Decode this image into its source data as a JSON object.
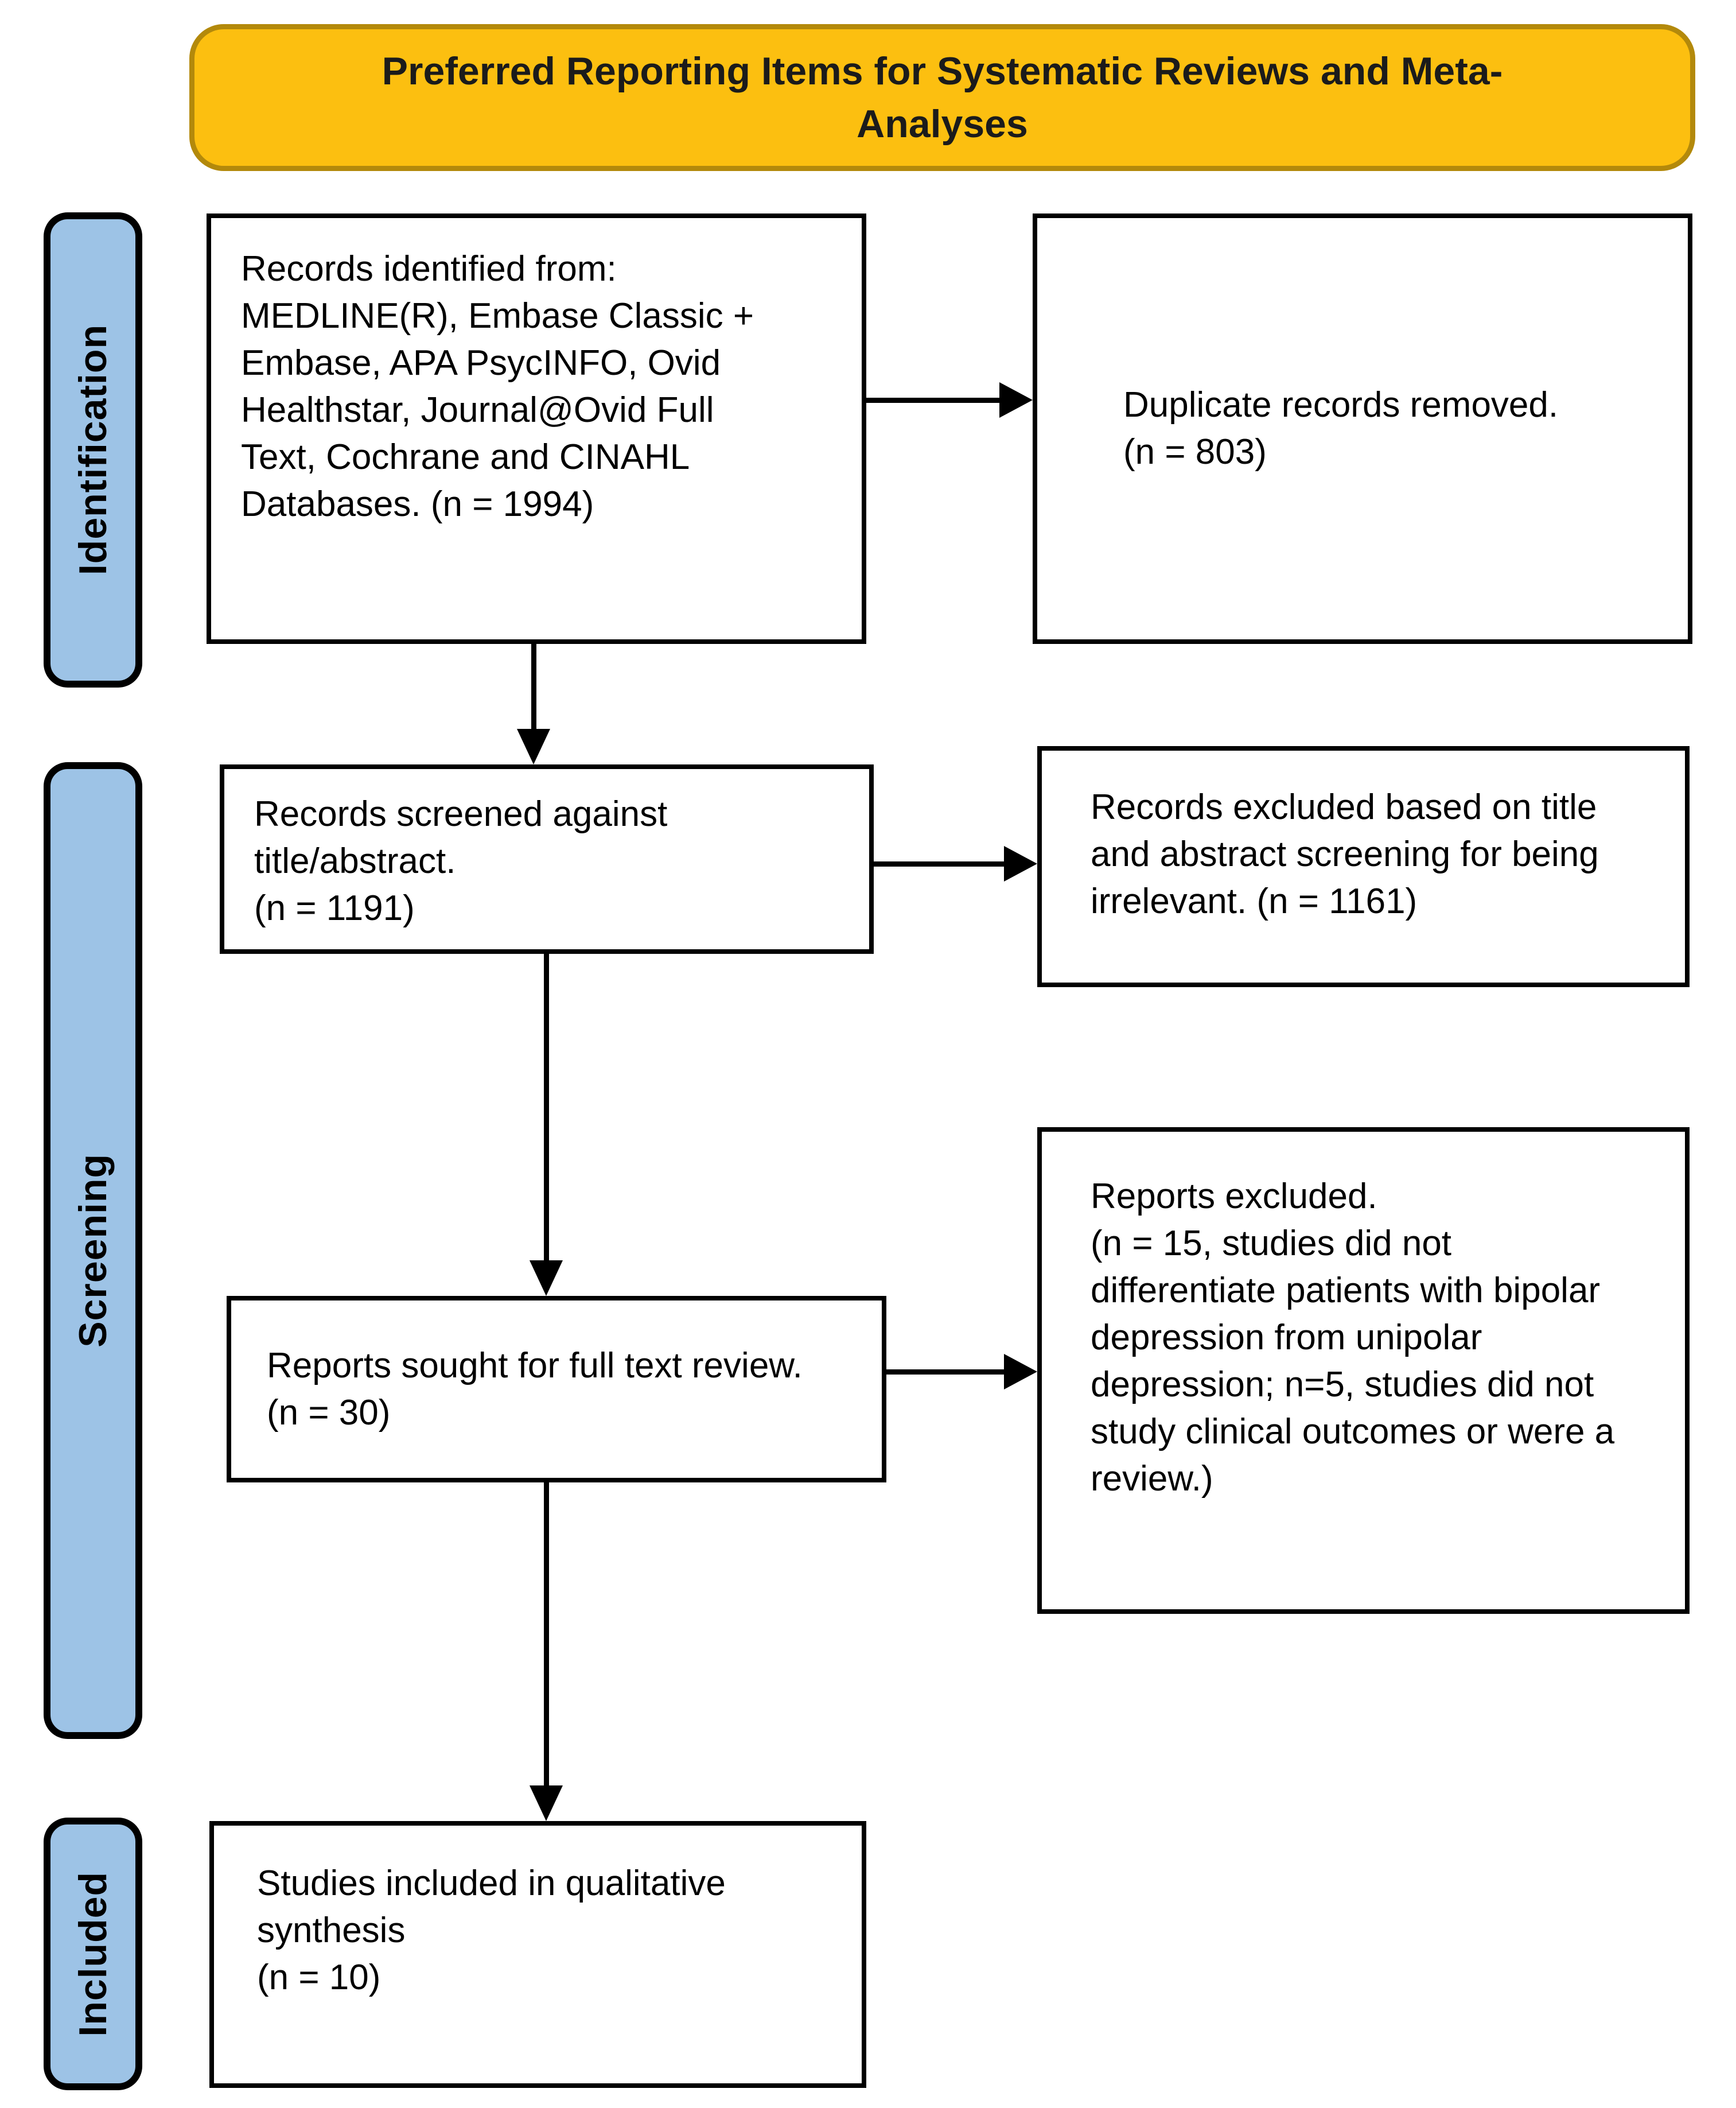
{
  "banner": {
    "title": "Preferred Reporting Items for Systematic Reviews and Meta-\nAnalyses"
  },
  "stages": {
    "identification": "Identification",
    "screening": "Screening",
    "included": "Included"
  },
  "boxes": {
    "records_identified": "Records identified from:\nMEDLINE(R), Embase Classic +\nEmbase, APA PsycINFO, Ovid\nHealthstar, Journal@Ovid Full\nText, Cochrane and CINAHL\nDatabases. (n = 1994)",
    "duplicates_removed": "Duplicate records removed.\n(n = 803)",
    "records_screened": "Records screened against\ntitle/abstract.\n(n = 1191)",
    "records_excluded": "Records excluded based on title\nand abstract screening for being\nirrelevant. (n = 1161)",
    "reports_sought": "Reports sought for full text review.\n(n = 30)",
    "reports_excluded": "Reports excluded.\n(n = 15, studies did not\ndifferentiate patients with bipolar\ndepression from unipolar\ndepression; n=5, studies did not\nstudy clinical outcomes or were a\nreview.)",
    "studies_included": "Studies included in qualitative\nsynthesis\n(n = 10)"
  },
  "counts": {
    "identified": 1994,
    "duplicates_removed": 803,
    "screened": 1191,
    "excluded_title_abstract": 1161,
    "full_text_review": 30,
    "excluded_no_differentiation": 15,
    "excluded_no_outcomes": 5,
    "included_qualitative": 10
  },
  "colors": {
    "banner_bg": "#FCBF10",
    "banner_border": "#B3890B",
    "stage_bg": "#9DC3E6",
    "box_border": "#000000",
    "text": "#000000"
  }
}
